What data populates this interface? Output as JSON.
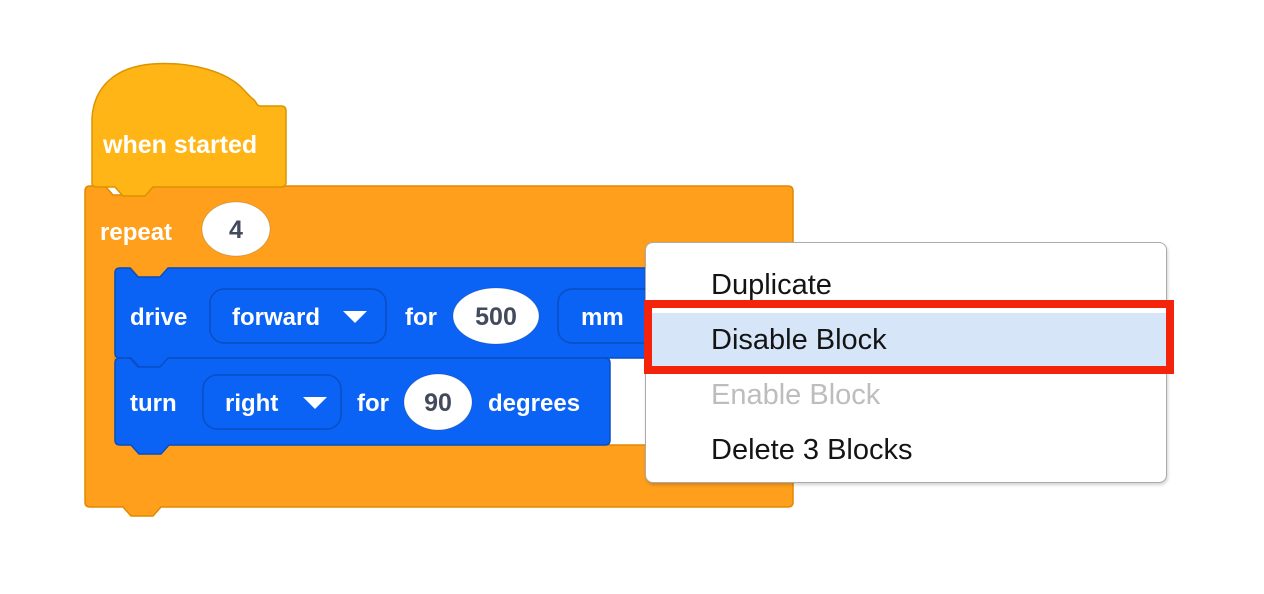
{
  "blocks": {
    "hat": {
      "label": "when started"
    },
    "repeat": {
      "label": "repeat",
      "count": "4"
    },
    "drive": {
      "label": "drive",
      "direction": "forward",
      "for_label": "for",
      "distance": "500",
      "unit": "mm"
    },
    "turn": {
      "label": "turn",
      "direction": "right",
      "for_label": "for",
      "angle": "90",
      "unit": "degrees"
    }
  },
  "context_menu": {
    "items": [
      {
        "label": "Duplicate"
      },
      {
        "label": "Disable Block"
      },
      {
        "label": "Enable Block"
      },
      {
        "label": "Delete 3 Blocks"
      }
    ]
  },
  "colors": {
    "hat_fill": "#FFB515",
    "hat_stroke": "#DB9400",
    "repeat_fill": "#FF9F1C",
    "repeat_stroke": "#E08A00",
    "motion_fill": "#0B63F5",
    "motion_stroke": "#0A4EC2",
    "menu_highlight": "#D6E6F8",
    "annotation_red": "#F3230C",
    "disabled_text": "#BDBDBD",
    "input_text": "#434A5E"
  }
}
